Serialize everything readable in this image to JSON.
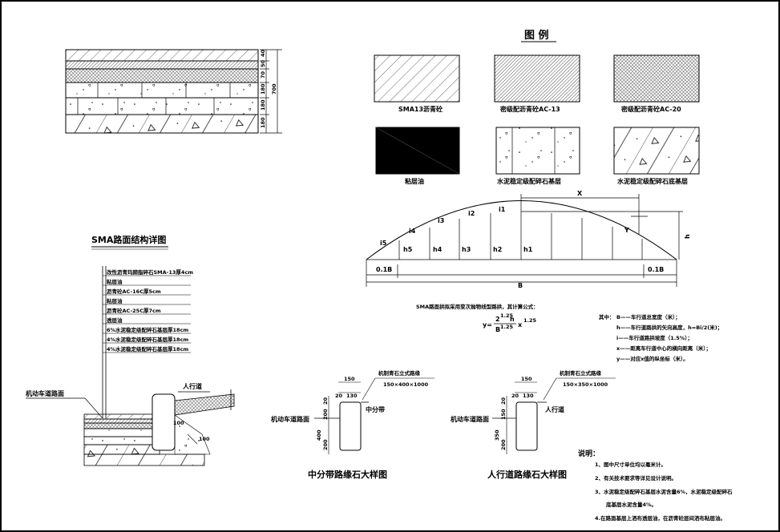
{
  "legend": {
    "title": "图  例",
    "items": [
      "SMA13沥青砼",
      "密级配沥青砼AC-13",
      "密级配沥青砼AC-20",
      "粘层油",
      "水泥稳定级配碎石基层",
      "水泥稳定级配碎石底基层"
    ]
  },
  "top_section": {
    "dims_small": [
      "40",
      "50",
      "70",
      "180",
      "180",
      "180"
    ],
    "dim_total": "700"
  },
  "sma": {
    "title": "SMA路面结构详图",
    "layers": [
      "改性沥青玛蹄脂碎石SMA-13厚4cm",
      "粘层油",
      "沥青砼AC-16C厚5cm",
      "粘层油",
      "沥青砼AC-25C厚7cm",
      "透层油",
      "6%水泥稳定级配碎石基层厚18cm",
      "4%水泥稳定级配碎石基层厚18cm",
      "4%水泥稳定级配碎石基层厚18cm"
    ],
    "label_road": "机动车道路面",
    "label_walk": "人行道",
    "dim_100a": "100",
    "dim_100b": "100"
  },
  "profile": {
    "label_x": "X",
    "label_y": "Y",
    "label_h": "h",
    "label_B": "B",
    "label_01B_left": "0.1B",
    "label_01B_right": "0.1B",
    "i_labels": [
      "i5",
      "i4",
      "i3",
      "i2",
      "i1"
    ],
    "h_labels": [
      "h5",
      "h4",
      "h3",
      "h2",
      "h1"
    ]
  },
  "formula": {
    "intro": "SMA路面拱拟采用变次抛物线型路拱，其计算公式：",
    "y_eq": "y=",
    "num": "2",
    "num_exp": "1.25",
    "den": "B",
    "den_exp": "1.25",
    "x_exp": "1.25",
    "x": "x",
    "h": "h"
  },
  "where": {
    "lead": "其中：",
    "lines": [
      "B——车行道总宽度（米）；",
      "h——车行道路拱的矢向高度，h=Bi/2(米)；",
      "i——车行道路拱坡度（1.5%）；",
      "x——距离车行道中心的横向距离（米）；",
      "y——对应x值的纵坐标（米）。"
    ]
  },
  "curb_mid": {
    "callout": "机制青石立式路缘",
    "size": "150×400×1000",
    "dim_top_a": "150",
    "dim_top_b": "20",
    "dim_top_c": "130",
    "dims_left": [
      "20",
      "200",
      "400",
      "200"
    ],
    "label_left": "机动车道路面",
    "label_right": "中分带",
    "title": "中分带路缘石大样图"
  },
  "curb_walk": {
    "callout": "机制青石立式路缘",
    "size": "150×350×1000",
    "dim_top_a": "150",
    "dim_top_b": "20",
    "dim_top_c": "130",
    "dims_left": [
      "20",
      "150",
      "350",
      "200"
    ],
    "label_left": "机动车道路面",
    "label_right": "人行道",
    "title": "人行道路缘石大样图"
  },
  "notes": {
    "title": "说明：",
    "lines": [
      "1、图中尺寸单位均以毫米计。",
      "2、有关技术要求等详见设计说明。",
      "3、水泥稳定级配碎石基层水泥含量6%，水泥稳定级配碎石",
      "底基层水泥含量4%。",
      "4.在路面基层上洒布透层油，在沥青砼层间洒布粘层油。"
    ]
  }
}
